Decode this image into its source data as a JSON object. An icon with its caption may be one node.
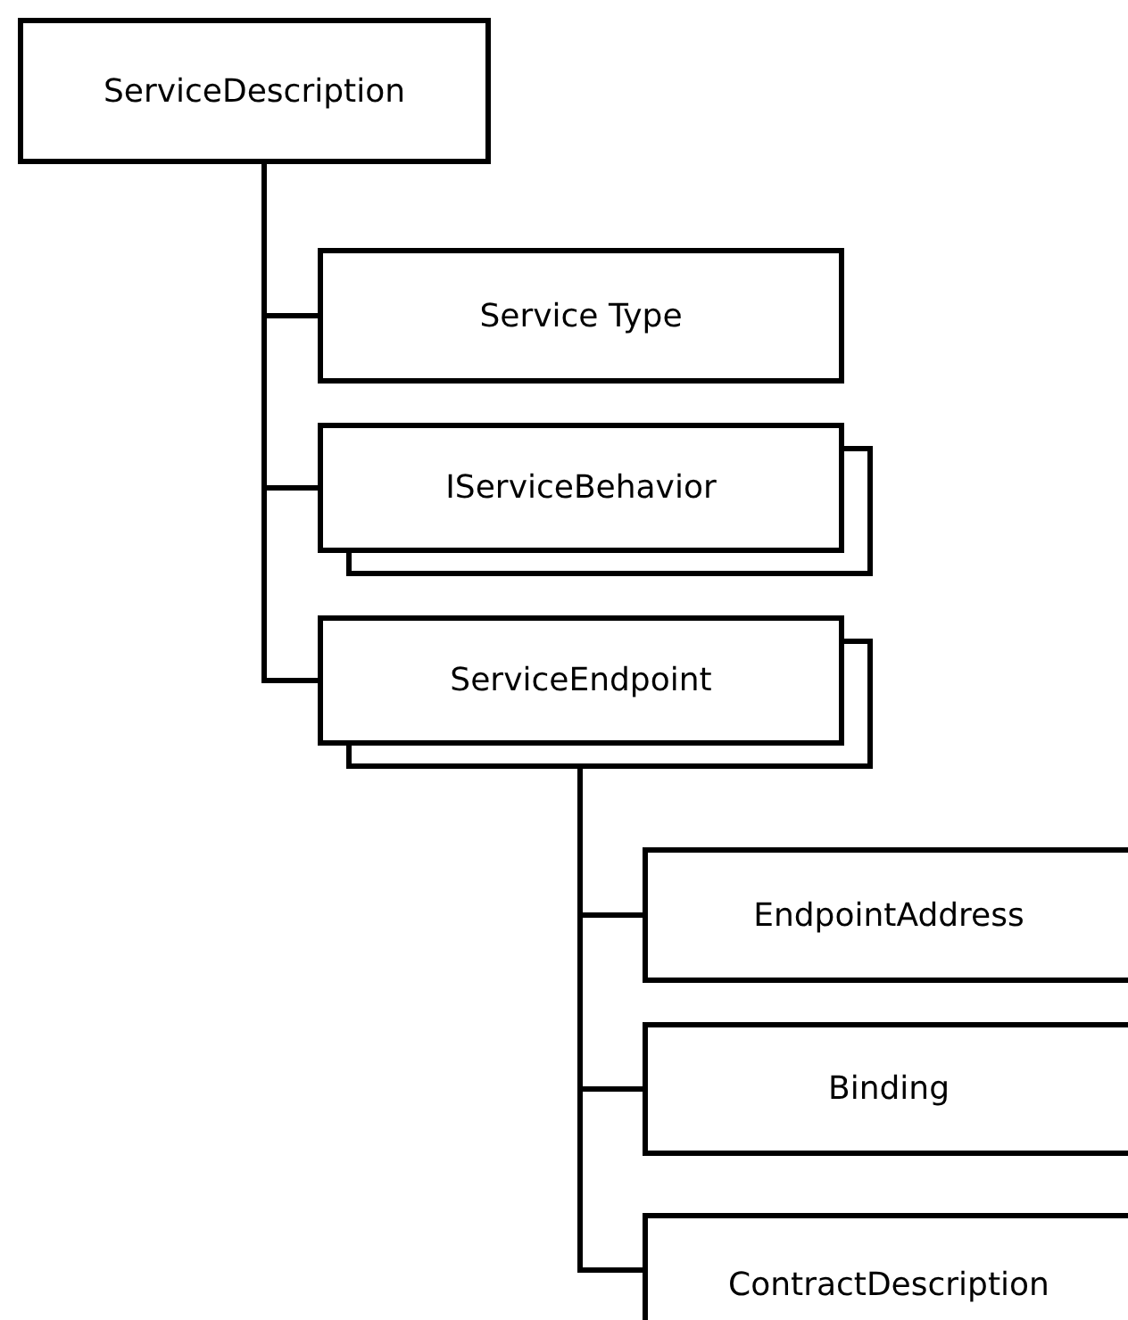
{
  "diagram": {
    "nodes": [
      {
        "text": [
          "ServiceDescription"
        ]
      },
      {
        "text": [
          "Service Type"
        ]
      },
      {
        "text": [
          "IServiceBehavior"
        ]
      },
      {
        "text": [
          "ServiceEndpoint"
        ]
      },
      {
        "text": [
          "EndpointAddress"
        ]
      },
      {
        "text": [
          "Binding"
        ]
      },
      {
        "text": [
          "ContractDescription"
        ]
      }
    ],
    "edges": [
      {
        "from": 0,
        "to": 1,
        "arrow": "none"
      },
      {
        "from": 0,
        "to": 2,
        "arrow": "none"
      },
      {
        "from": 0,
        "to": 3,
        "arrow": "none"
      },
      {
        "from": 3,
        "to": 4,
        "arrow": "none"
      },
      {
        "from": 3,
        "to": 5,
        "arrow": "none"
      },
      {
        "from": 3,
        "to": 6,
        "arrow": "none"
      }
    ]
  }
}
